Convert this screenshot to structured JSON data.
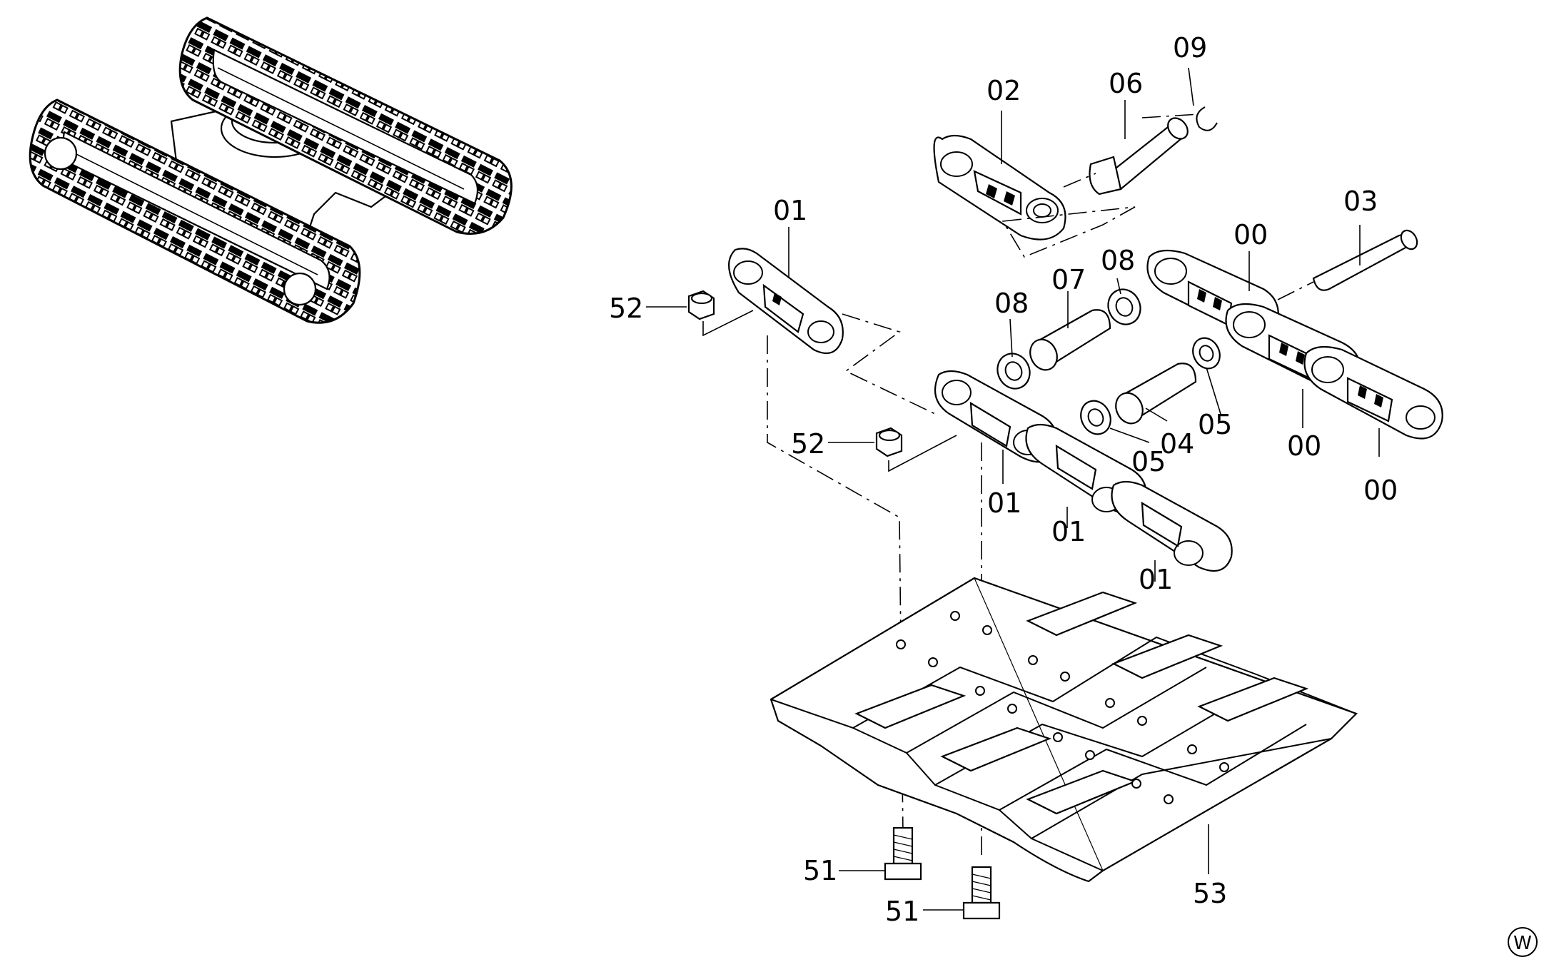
{
  "diagram": {
    "labels": {
      "l00a": "00",
      "l00b": "00",
      "l00c": "00",
      "l01a": "01",
      "l01b": "01",
      "l01c": "01",
      "l01d": "01",
      "l02": "02",
      "l03": "03",
      "l04": "04",
      "l05a": "05",
      "l05b": "05",
      "l06": "06",
      "l07": "07",
      "l08a": "08",
      "l08b": "08",
      "l09": "09",
      "l51a": "51",
      "l51b": "51",
      "l52a": "52",
      "l52b": "52",
      "l53": "53"
    },
    "corner_mark": "W"
  }
}
